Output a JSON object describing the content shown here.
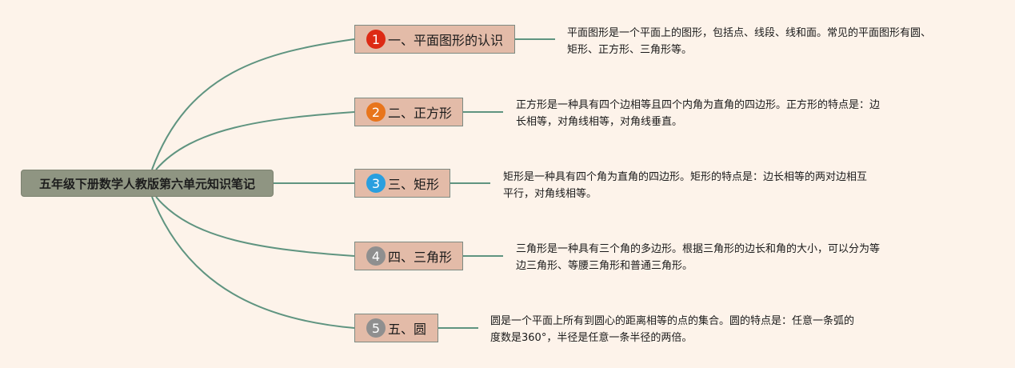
{
  "colors": {
    "background": "#fdf3ea",
    "connector": "#5f9480",
    "root_fill": "#8f9582",
    "branch_fill": "#e3bba8"
  },
  "root": {
    "label": "五年级下册数学人教版第六单元知识笔记"
  },
  "branches": [
    {
      "number": "1",
      "label": "一、平面图形的认识",
      "badge_color": "#dd2a14",
      "desc_line1": "平面图形是一个平面上的图形，包括点、线段、线和面。常见的平面图形有圆、",
      "desc_line2": "矩形、正方形、三角形等。"
    },
    {
      "number": "2",
      "label": "二、正方形",
      "badge_color": "#e8751c",
      "desc_line1": "正方形是一种具有四个边相等且四个内角为直角的四边形。正方形的特点是：边",
      "desc_line2": "长相等，对角线相等，对角线垂直。"
    },
    {
      "number": "3",
      "label": "三、矩形",
      "badge_color": "#2a9fdf",
      "desc_line1": "矩形是一种具有四个角为直角的四边形。矩形的特点是：边长相等的两对边相互",
      "desc_line2": "平行，对角线相等。"
    },
    {
      "number": "4",
      "label": "四、三角形",
      "badge_color": "#8f8f8f",
      "desc_line1": "三角形是一种具有三个角的多边形。根据三角形的边长和角的大小，可以分为等",
      "desc_line2": "边三角形、等腰三角形和普通三角形。"
    },
    {
      "number": "5",
      "label": "五、圆",
      "badge_color": "#8f8f8f",
      "desc_line1": "圆是一个平面上所有到圆心的距离相等的点的集合。圆的特点是：任意一条弧的",
      "desc_line2": "度数是360°，半径是任意一条半径的两倍。"
    }
  ]
}
